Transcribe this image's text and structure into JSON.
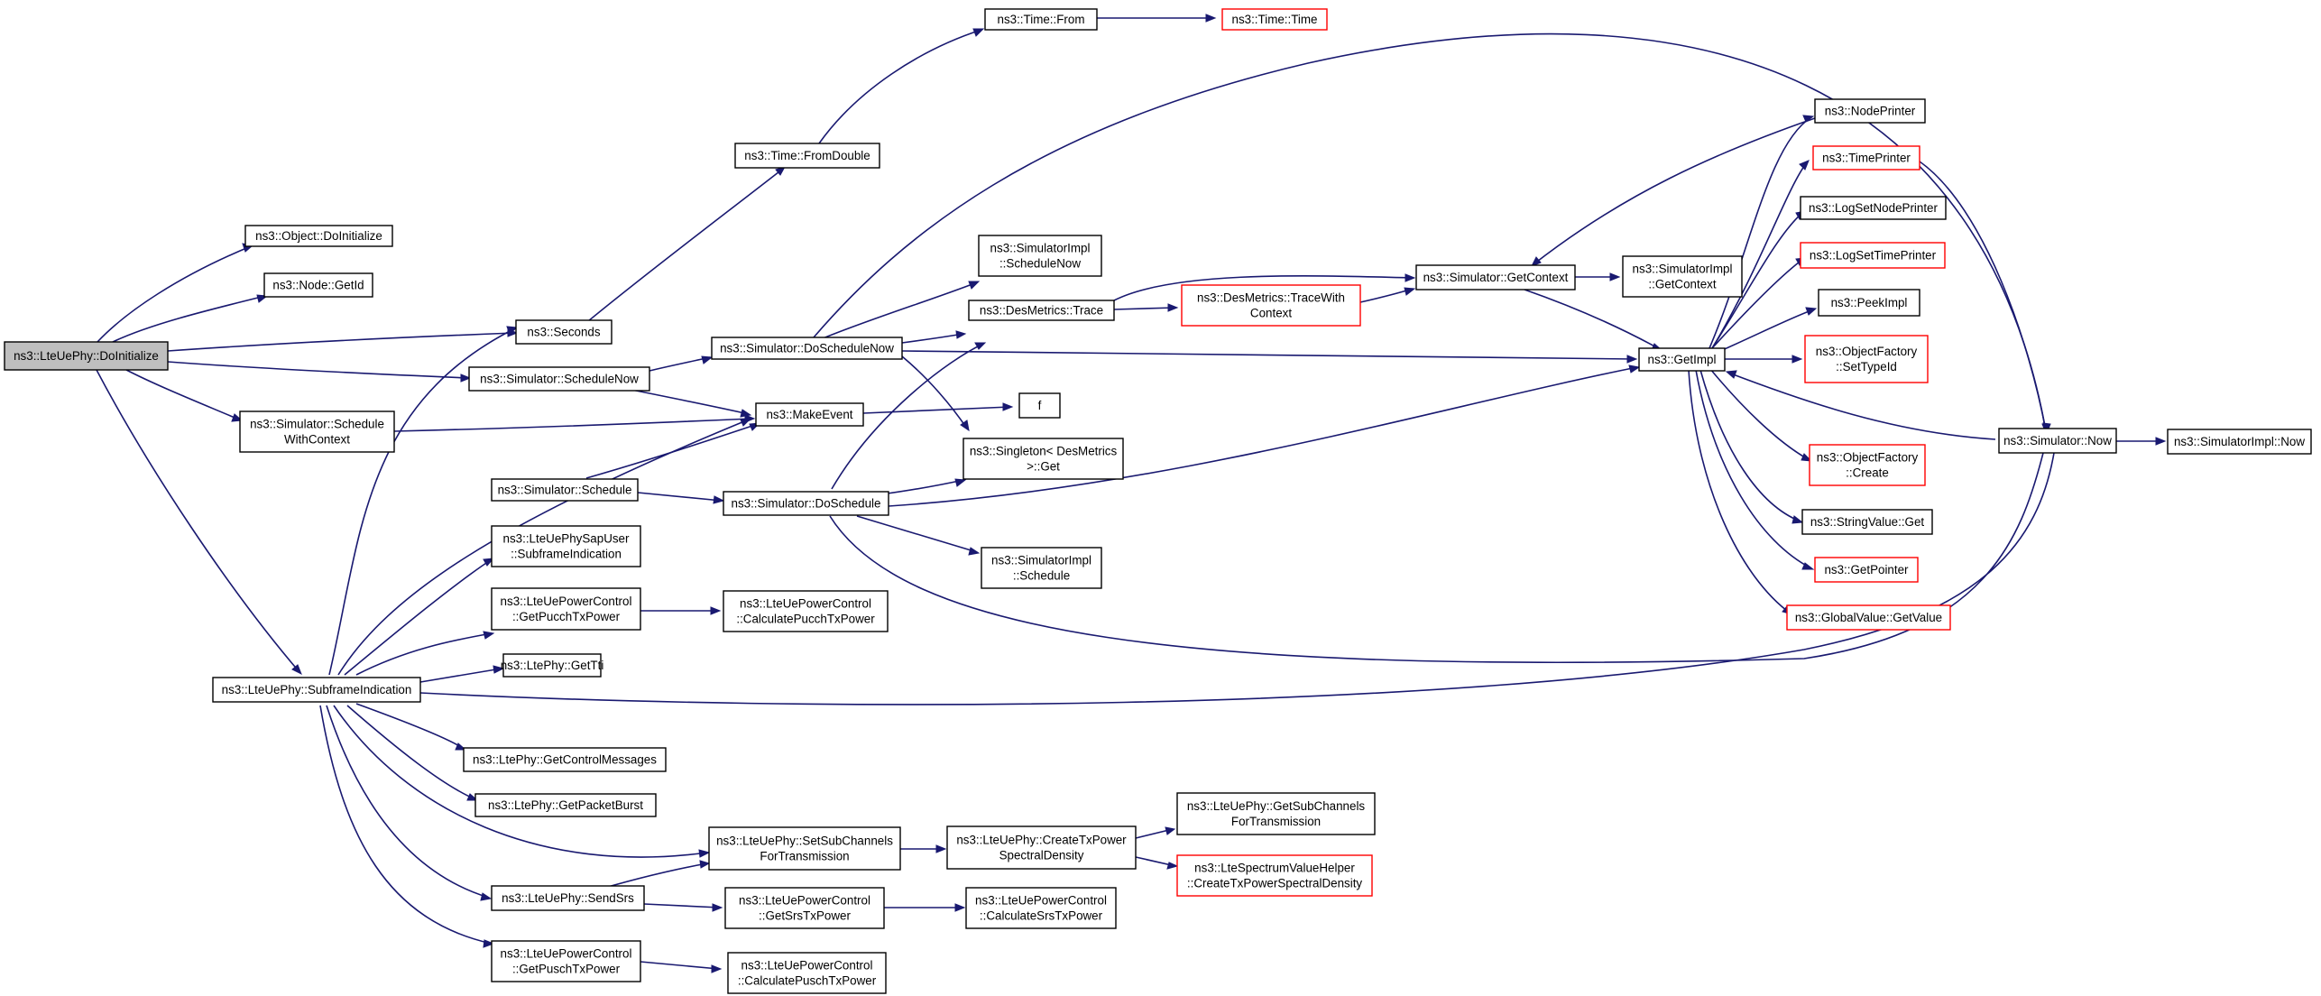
{
  "colors": {
    "edge": "#191970",
    "text": "#000000",
    "root_fill": "#bfbfbf",
    "undocumented_border": "#ff0000",
    "normal_border": "#000000",
    "background": "#ffffff"
  },
  "nodes": [
    {
      "id": "doinit",
      "lines": [
        "ns3::LteUePhy::DoInitialize"
      ],
      "style": "root"
    },
    {
      "id": "objdoinit",
      "lines": [
        "ns3::Object::DoInitialize"
      ],
      "style": "normal"
    },
    {
      "id": "nodegetid",
      "lines": [
        "ns3::Node::GetId"
      ],
      "style": "normal"
    },
    {
      "id": "seconds",
      "lines": [
        "ns3::Seconds"
      ],
      "style": "normal"
    },
    {
      "id": "schednow",
      "lines": [
        "ns3::Simulator::ScheduleNow"
      ],
      "style": "normal"
    },
    {
      "id": "schedctx",
      "lines": [
        "ns3::Simulator::Schedule",
        "WithContext"
      ],
      "style": "normal"
    },
    {
      "id": "subframe",
      "lines": [
        "ns3::LteUePhy::SubframeIndication"
      ],
      "style": "normal"
    },
    {
      "id": "timefromdouble",
      "lines": [
        "ns3::Time::FromDouble"
      ],
      "style": "normal"
    },
    {
      "id": "timefrom",
      "lines": [
        "ns3::Time::From"
      ],
      "style": "normal"
    },
    {
      "id": "timetime",
      "lines": [
        "ns3::Time::Time"
      ],
      "style": "red"
    },
    {
      "id": "doschednow",
      "lines": [
        "ns3::Simulator::DoScheduleNow"
      ],
      "style": "normal"
    },
    {
      "id": "makeevent",
      "lines": [
        "ns3::MakeEvent"
      ],
      "style": "normal"
    },
    {
      "id": "f",
      "lines": [
        "f"
      ],
      "style": "normal"
    },
    {
      "id": "implschednow",
      "lines": [
        "ns3::SimulatorImpl",
        "::ScheduleNow"
      ],
      "style": "normal"
    },
    {
      "id": "desmtrace",
      "lines": [
        "ns3::DesMetrics::Trace"
      ],
      "style": "normal"
    },
    {
      "id": "desmtracectx",
      "lines": [
        "ns3::DesMetrics::TraceWith",
        "Context"
      ],
      "style": "red"
    },
    {
      "id": "singleton",
      "lines": [
        "ns3::Singleton< DesMetrics",
        " >::Get"
      ],
      "style": "normal"
    },
    {
      "id": "sched",
      "lines": [
        "ns3::Simulator::Schedule"
      ],
      "style": "normal"
    },
    {
      "id": "dosched",
      "lines": [
        "ns3::Simulator::DoSchedule"
      ],
      "style": "normal"
    },
    {
      "id": "implsched",
      "lines": [
        "ns3::SimulatorImpl",
        "::Schedule"
      ],
      "style": "normal"
    },
    {
      "id": "sapuser",
      "lines": [
        "ns3::LteUePhySapUser",
        "::SubframeIndication"
      ],
      "style": "normal"
    },
    {
      "id": "getpucch",
      "lines": [
        "ns3::LteUePowerControl",
        "::GetPucchTxPower"
      ],
      "style": "normal"
    },
    {
      "id": "calcpucch",
      "lines": [
        "ns3::LteUePowerControl",
        "::CalculatePucchTxPower"
      ],
      "style": "normal"
    },
    {
      "id": "gettti",
      "lines": [
        "ns3::LtePhy::GetTti"
      ],
      "style": "normal"
    },
    {
      "id": "getctrlmsgs",
      "lines": [
        "ns3::LtePhy::GetControlMessages"
      ],
      "style": "normal"
    },
    {
      "id": "getpktburst",
      "lines": [
        "ns3::LtePhy::GetPacketBurst"
      ],
      "style": "normal"
    },
    {
      "id": "setsubch",
      "lines": [
        "ns3::LteUePhy::SetSubChannels",
        "ForTransmission"
      ],
      "style": "normal"
    },
    {
      "id": "createtxpsd",
      "lines": [
        "ns3::LteUePhy::CreateTxPower",
        "SpectralDensity"
      ],
      "style": "normal"
    },
    {
      "id": "getsubch",
      "lines": [
        "ns3::LteUePhy::GetSubChannels",
        "ForTransmission"
      ],
      "style": "normal"
    },
    {
      "id": "svhcreate",
      "lines": [
        "ns3::LteSpectrumValueHelper",
        "::CreateTxPowerSpectralDensity"
      ],
      "style": "red"
    },
    {
      "id": "sendsrs",
      "lines": [
        "ns3::LteUePhy::SendSrs"
      ],
      "style": "normal"
    },
    {
      "id": "getsrs",
      "lines": [
        "ns3::LteUePowerControl",
        "::GetSrsTxPower"
      ],
      "style": "normal"
    },
    {
      "id": "calcsrs",
      "lines": [
        "ns3::LteUePowerControl",
        "::CalculateSrsTxPower"
      ],
      "style": "normal"
    },
    {
      "id": "getpusch",
      "lines": [
        "ns3::LteUePowerControl",
        "::GetPuschTxPower"
      ],
      "style": "normal"
    },
    {
      "id": "calcpusch",
      "lines": [
        "ns3::LteUePowerControl",
        "::CalculatePuschTxPower"
      ],
      "style": "normal"
    },
    {
      "id": "getcontext",
      "lines": [
        "ns3::Simulator::GetContext"
      ],
      "style": "normal"
    },
    {
      "id": "implgetctx",
      "lines": [
        "ns3::SimulatorImpl",
        "::GetContext"
      ],
      "style": "normal"
    },
    {
      "id": "getimpl",
      "lines": [
        "ns3::GetImpl"
      ],
      "style": "normal"
    },
    {
      "id": "nodeprinter",
      "lines": [
        "ns3::NodePrinter"
      ],
      "style": "normal"
    },
    {
      "id": "timeprinter",
      "lines": [
        "ns3::TimePrinter"
      ],
      "style": "red"
    },
    {
      "id": "logsetnode",
      "lines": [
        "ns3::LogSetNodePrinter"
      ],
      "style": "normal"
    },
    {
      "id": "logsettime",
      "lines": [
        "ns3::LogSetTimePrinter"
      ],
      "style": "red"
    },
    {
      "id": "peekimpl",
      "lines": [
        "ns3::PeekImpl"
      ],
      "style": "normal"
    },
    {
      "id": "ofsettypeid",
      "lines": [
        "ns3::ObjectFactory",
        "::SetTypeId"
      ],
      "style": "red"
    },
    {
      "id": "ofcreate",
      "lines": [
        "ns3::ObjectFactory",
        "::Create"
      ],
      "style": "red"
    },
    {
      "id": "strvalget",
      "lines": [
        "ns3::StringValue::Get"
      ],
      "style": "normal"
    },
    {
      "id": "getpointer",
      "lines": [
        "ns3::GetPointer"
      ],
      "style": "red"
    },
    {
      "id": "gvgetvalue",
      "lines": [
        "ns3::GlobalValue::GetValue"
      ],
      "style": "red"
    },
    {
      "id": "simnow",
      "lines": [
        "ns3::Simulator::Now"
      ],
      "style": "normal"
    },
    {
      "id": "implnow",
      "lines": [
        "ns3::SimulatorImpl::Now"
      ],
      "style": "normal"
    }
  ]
}
